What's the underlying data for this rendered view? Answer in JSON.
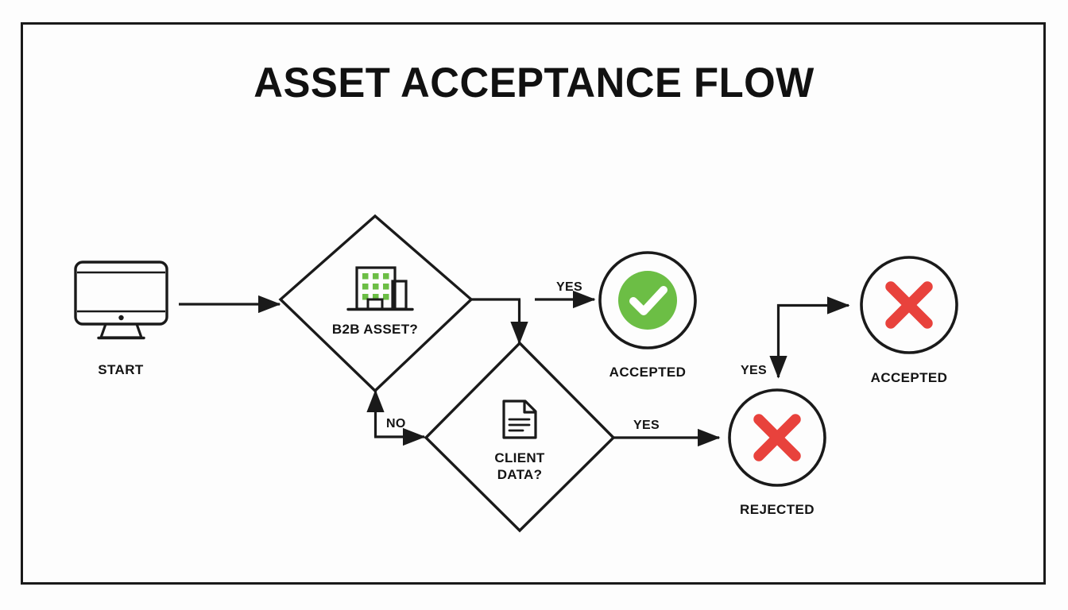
{
  "diagram": {
    "title": "ASSET ACCEPTANCE FLOW",
    "colors": {
      "stroke": "#1a1a1a",
      "green": "#6cbe45",
      "red": "#e8423c",
      "background": "#fdfdfd"
    },
    "nodes": [
      {
        "id": "start",
        "type": "terminator",
        "icon": "monitor-icon",
        "label": "START"
      },
      {
        "id": "b2b-asset",
        "type": "decision",
        "icon": "office-building-icon",
        "label": "B2B ASSET?"
      },
      {
        "id": "client-data",
        "type": "decision",
        "icon": "document-icon",
        "label_line1": "CLIENT",
        "label_line2": "DATA?"
      },
      {
        "id": "accepted-top",
        "type": "outcome",
        "icon": "check-circle-icon",
        "label": "ACCEPTED"
      },
      {
        "id": "rejected",
        "type": "outcome",
        "icon": "x-mark-icon",
        "label": "REJECTED"
      },
      {
        "id": "accepted-right",
        "type": "outcome",
        "icon": "x-mark-icon",
        "label": "ACCEPTED"
      }
    ],
    "edges": [
      {
        "id": "start-to-b2b",
        "from": "start",
        "to": "b2b-asset",
        "label": ""
      },
      {
        "id": "b2b-yes-accepted",
        "from": "b2b-asset",
        "to": "accepted-top",
        "label": "YES"
      },
      {
        "id": "b2b-down-client",
        "from": "b2b-asset",
        "to": "client-data",
        "label": ""
      },
      {
        "id": "no-loop-back",
        "from": "client-data",
        "to": "b2b-asset",
        "label": "NO"
      },
      {
        "id": "client-yes-rejected",
        "from": "client-data",
        "to": "rejected",
        "label": "YES"
      },
      {
        "id": "yes-down-rejected",
        "from": "accepted-right",
        "to": "rejected",
        "label": "YES"
      },
      {
        "id": "yes-right-accepted",
        "from": "accepted-right",
        "to": "accepted-right",
        "label": ""
      }
    ]
  }
}
